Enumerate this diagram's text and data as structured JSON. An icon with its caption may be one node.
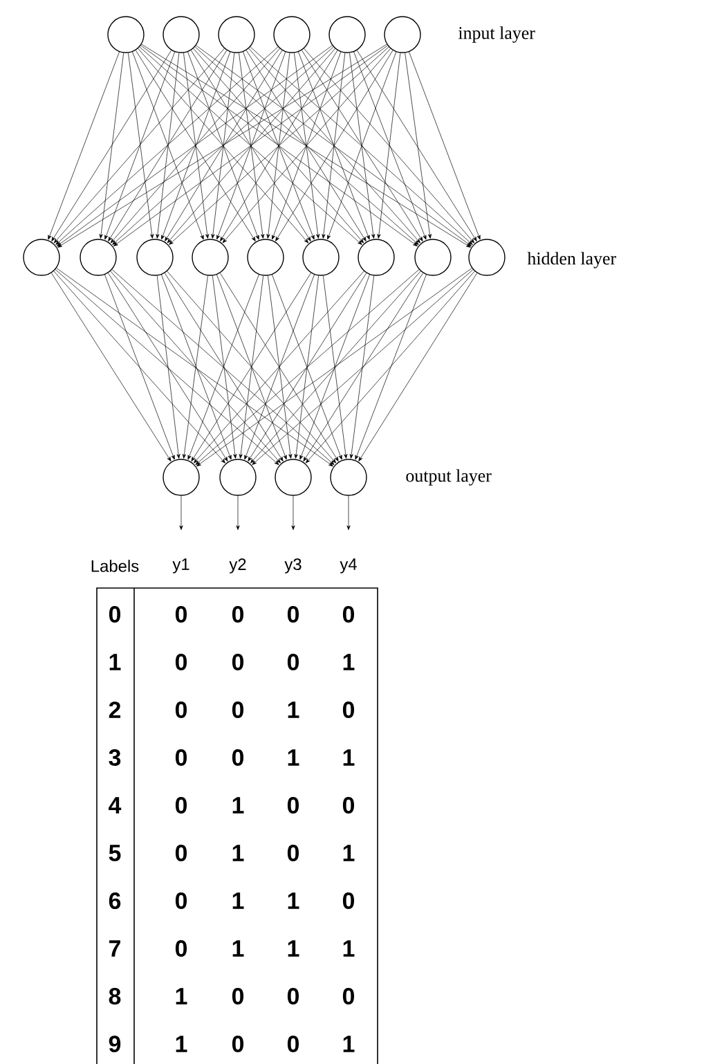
{
  "diagram": {
    "nodes": [
      {
        "text": [],
        "shape": "circle"
      },
      {
        "text": [],
        "shape": "circle"
      },
      {
        "text": [],
        "shape": "circle"
      },
      {
        "text": [],
        "shape": "circle"
      },
      {
        "text": [],
        "shape": "circle"
      },
      {
        "text": [],
        "shape": "circle"
      },
      {
        "text": [],
        "shape": "circle"
      },
      {
        "text": [],
        "shape": "circle"
      },
      {
        "text": [],
        "shape": "circle"
      },
      {
        "text": [],
        "shape": "circle"
      },
      {
        "text": [],
        "shape": "circle"
      },
      {
        "text": [],
        "shape": "circle"
      },
      {
        "text": [],
        "shape": "circle"
      },
      {
        "text": [],
        "shape": "circle"
      },
      {
        "text": [],
        "shape": "circle"
      },
      {
        "text": [],
        "shape": "circle"
      },
      {
        "text": [],
        "shape": "circle"
      },
      {
        "text": [],
        "shape": "circle"
      },
      {
        "text": [],
        "shape": "circle"
      }
    ],
    "edges": [
      {
        "from": 0,
        "to": 6,
        "arrow": "to"
      },
      {
        "from": 0,
        "to": 7,
        "arrow": "to"
      },
      {
        "from": 0,
        "to": 8,
        "arrow": "to"
      },
      {
        "from": 0,
        "to": 9,
        "arrow": "to"
      },
      {
        "from": 0,
        "to": 10,
        "arrow": "to"
      },
      {
        "from": 0,
        "to": 11,
        "arrow": "to"
      },
      {
        "from": 0,
        "to": 12,
        "arrow": "to"
      },
      {
        "from": 0,
        "to": 13,
        "arrow": "to"
      },
      {
        "from": 0,
        "to": 14,
        "arrow": "to"
      },
      {
        "from": 1,
        "to": 6,
        "arrow": "to"
      },
      {
        "from": 1,
        "to": 7,
        "arrow": "to"
      },
      {
        "from": 1,
        "to": 8,
        "arrow": "to"
      },
      {
        "from": 1,
        "to": 9,
        "arrow": "to"
      },
      {
        "from": 1,
        "to": 10,
        "arrow": "to"
      },
      {
        "from": 1,
        "to": 11,
        "arrow": "to"
      },
      {
        "from": 1,
        "to": 12,
        "arrow": "to"
      },
      {
        "from": 1,
        "to": 13,
        "arrow": "to"
      },
      {
        "from": 1,
        "to": 14,
        "arrow": "to"
      },
      {
        "from": 2,
        "to": 6,
        "arrow": "to"
      },
      {
        "from": 2,
        "to": 7,
        "arrow": "to"
      },
      {
        "from": 2,
        "to": 8,
        "arrow": "to"
      },
      {
        "from": 2,
        "to": 9,
        "arrow": "to"
      },
      {
        "from": 2,
        "to": 10,
        "arrow": "to"
      },
      {
        "from": 2,
        "to": 11,
        "arrow": "to"
      },
      {
        "from": 2,
        "to": 12,
        "arrow": "to"
      },
      {
        "from": 2,
        "to": 13,
        "arrow": "to"
      },
      {
        "from": 2,
        "to": 14,
        "arrow": "to"
      },
      {
        "from": 3,
        "to": 6,
        "arrow": "to"
      },
      {
        "from": 3,
        "to": 7,
        "arrow": "to"
      },
      {
        "from": 3,
        "to": 8,
        "arrow": "to"
      },
      {
        "from": 3,
        "to": 9,
        "arrow": "to"
      },
      {
        "from": 3,
        "to": 10,
        "arrow": "to"
      },
      {
        "from": 3,
        "to": 11,
        "arrow": "to"
      },
      {
        "from": 3,
        "to": 12,
        "arrow": "to"
      },
      {
        "from": 3,
        "to": 13,
        "arrow": "to"
      },
      {
        "from": 3,
        "to": 14,
        "arrow": "to"
      },
      {
        "from": 4,
        "to": 6,
        "arrow": "to"
      },
      {
        "from": 4,
        "to": 7,
        "arrow": "to"
      },
      {
        "from": 4,
        "to": 8,
        "arrow": "to"
      },
      {
        "from": 4,
        "to": 9,
        "arrow": "to"
      },
      {
        "from": 4,
        "to": 10,
        "arrow": "to"
      },
      {
        "from": 4,
        "to": 11,
        "arrow": "to"
      },
      {
        "from": 4,
        "to": 12,
        "arrow": "to"
      },
      {
        "from": 4,
        "to": 13,
        "arrow": "to"
      },
      {
        "from": 4,
        "to": 14,
        "arrow": "to"
      },
      {
        "from": 5,
        "to": 6,
        "arrow": "to"
      },
      {
        "from": 5,
        "to": 7,
        "arrow": "to"
      },
      {
        "from": 5,
        "to": 8,
        "arrow": "to"
      },
      {
        "from": 5,
        "to": 9,
        "arrow": "to"
      },
      {
        "from": 5,
        "to": 10,
        "arrow": "to"
      },
      {
        "from": 5,
        "to": 11,
        "arrow": "to"
      },
      {
        "from": 5,
        "to": 12,
        "arrow": "to"
      },
      {
        "from": 5,
        "to": 13,
        "arrow": "to"
      },
      {
        "from": 5,
        "to": 14,
        "arrow": "to"
      },
      {
        "from": 6,
        "to": 15,
        "arrow": "to"
      },
      {
        "from": 6,
        "to": 16,
        "arrow": "to"
      },
      {
        "from": 6,
        "to": 17,
        "arrow": "to"
      },
      {
        "from": 6,
        "to": 18,
        "arrow": "to"
      },
      {
        "from": 7,
        "to": 15,
        "arrow": "to"
      },
      {
        "from": 7,
        "to": 16,
        "arrow": "to"
      },
      {
        "from": 7,
        "to": 17,
        "arrow": "to"
      },
      {
        "from": 7,
        "to": 18,
        "arrow": "to"
      },
      {
        "from": 8,
        "to": 15,
        "arrow": "to"
      },
      {
        "from": 8,
        "to": 16,
        "arrow": "to"
      },
      {
        "from": 8,
        "to": 17,
        "arrow": "to"
      },
      {
        "from": 8,
        "to": 18,
        "arrow": "to"
      },
      {
        "from": 9,
        "to": 15,
        "arrow": "to"
      },
      {
        "from": 9,
        "to": 16,
        "arrow": "to"
      },
      {
        "from": 9,
        "to": 17,
        "arrow": "to"
      },
      {
        "from": 9,
        "to": 18,
        "arrow": "to"
      },
      {
        "from": 10,
        "to": 15,
        "arrow": "to"
      },
      {
        "from": 10,
        "to": 16,
        "arrow": "to"
      },
      {
        "from": 10,
        "to": 17,
        "arrow": "to"
      },
      {
        "from": 10,
        "to": 18,
        "arrow": "to"
      },
      {
        "from": 11,
        "to": 15,
        "arrow": "to"
      },
      {
        "from": 11,
        "to": 16,
        "arrow": "to"
      },
      {
        "from": 11,
        "to": 17,
        "arrow": "to"
      },
      {
        "from": 11,
        "to": 18,
        "arrow": "to"
      },
      {
        "from": 12,
        "to": 15,
        "arrow": "to"
      },
      {
        "from": 12,
        "to": 16,
        "arrow": "to"
      },
      {
        "from": 12,
        "to": 17,
        "arrow": "to"
      },
      {
        "from": 12,
        "to": 18,
        "arrow": "to"
      },
      {
        "from": 13,
        "to": 15,
        "arrow": "to"
      },
      {
        "from": 13,
        "to": 16,
        "arrow": "to"
      },
      {
        "from": 13,
        "to": 17,
        "arrow": "to"
      },
      {
        "from": 13,
        "to": 18,
        "arrow": "to"
      },
      {
        "from": 14,
        "to": 15,
        "arrow": "to"
      },
      {
        "from": 14,
        "to": 16,
        "arrow": "to"
      },
      {
        "from": 14,
        "to": 17,
        "arrow": "to"
      },
      {
        "from": 14,
        "to": 18,
        "arrow": "to"
      },
      {
        "from": 15,
        "to": null,
        "arrow": "to"
      },
      {
        "from": 16,
        "to": null,
        "arrow": "to"
      },
      {
        "from": 17,
        "to": null,
        "arrow": "to"
      },
      {
        "from": 18,
        "to": null,
        "arrow": "to"
      }
    ],
    "labels": [
      "input layer",
      "hidden layer",
      "output layer",
      "Labels",
      "y1",
      "y2",
      "y3",
      "y4",
      "0",
      "0",
      "0",
      "0",
      "0",
      "1",
      "0",
      "0",
      "0",
      "1",
      "2",
      "0",
      "0",
      "1",
      "0",
      "3",
      "0",
      "0",
      "1",
      "1",
      "4",
      "0",
      "1",
      "0",
      "0",
      "5",
      "0",
      "1",
      "0",
      "1",
      "6",
      "0",
      "1",
      "1",
      "0",
      "7",
      "0",
      "1",
      "1",
      "1",
      "8",
      "1",
      "0",
      "0",
      "0",
      "9",
      "1",
      "0",
      "0",
      "1"
    ]
  }
}
